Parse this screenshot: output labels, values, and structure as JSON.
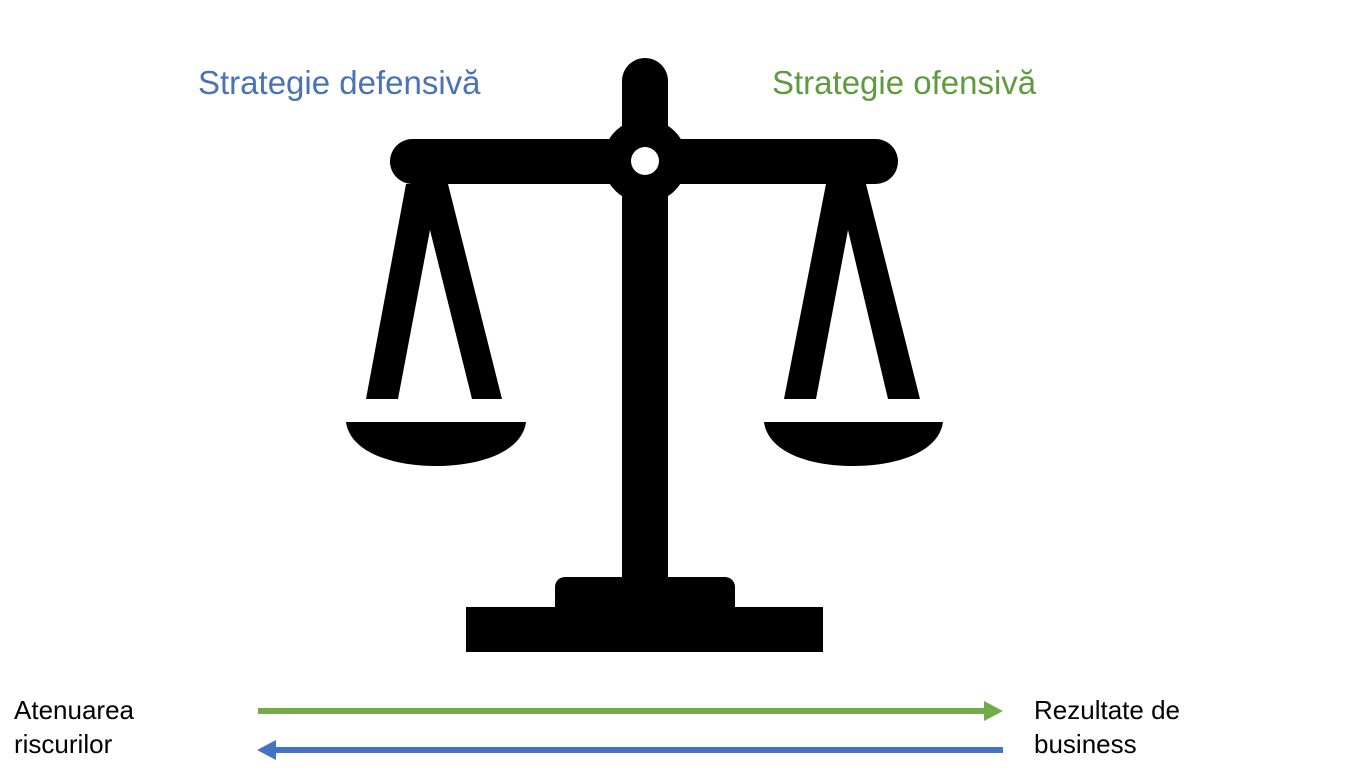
{
  "headings": {
    "defensive": "Strategie defensivă",
    "offensive": "Strategie ofensivă"
  },
  "endpoints": {
    "left": {
      "line1": "Atenuarea",
      "line2": "riscurilor"
    },
    "right": {
      "line1": "Rezultate de",
      "line2": "business"
    }
  },
  "colors": {
    "defensive": "#4a72b8",
    "offensive": "#5f9b3c",
    "arrow_forward": "#70ad47",
    "arrow_backward": "#4472c4",
    "scale": "#000000"
  },
  "icons": {
    "central": "balance-scale-icon"
  }
}
